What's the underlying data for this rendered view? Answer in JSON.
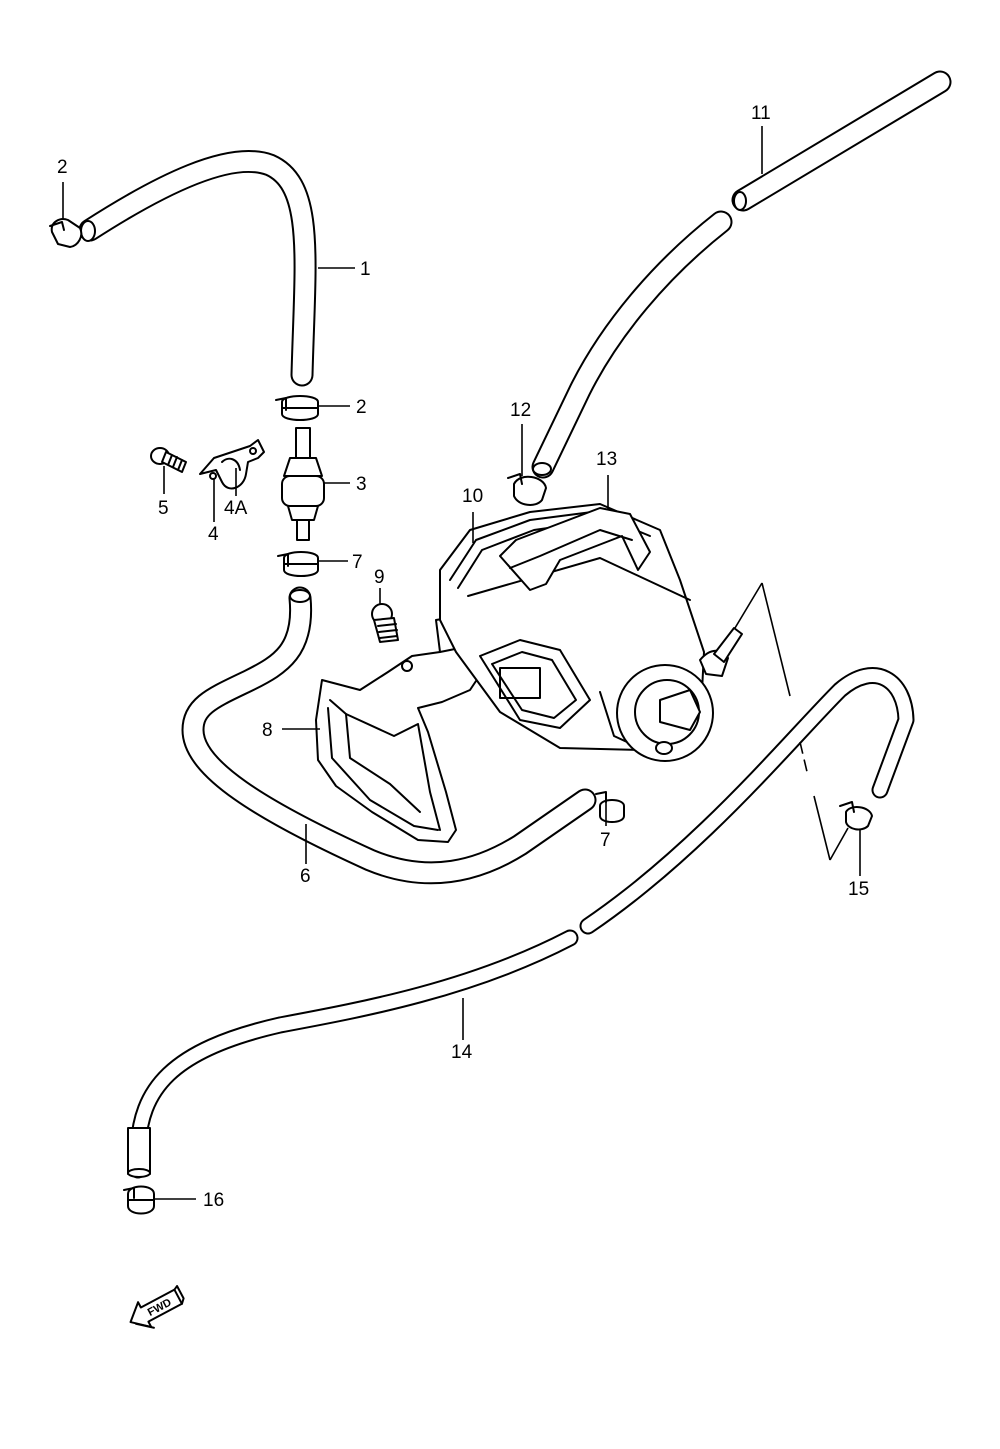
{
  "callouts": {
    "c1": "1",
    "c2_top": "2",
    "c2_mid": "2",
    "c3": "3",
    "c4": "4",
    "c4a": "4A",
    "c5": "5",
    "c6": "6",
    "c7_upper": "7",
    "c7_lower": "7",
    "c8": "8",
    "c9": "9",
    "c10": "10",
    "c11": "11",
    "c12": "12",
    "c13": "13",
    "c14": "14",
    "c15": "15",
    "c16": "16"
  },
  "fwd_label": "FWD"
}
